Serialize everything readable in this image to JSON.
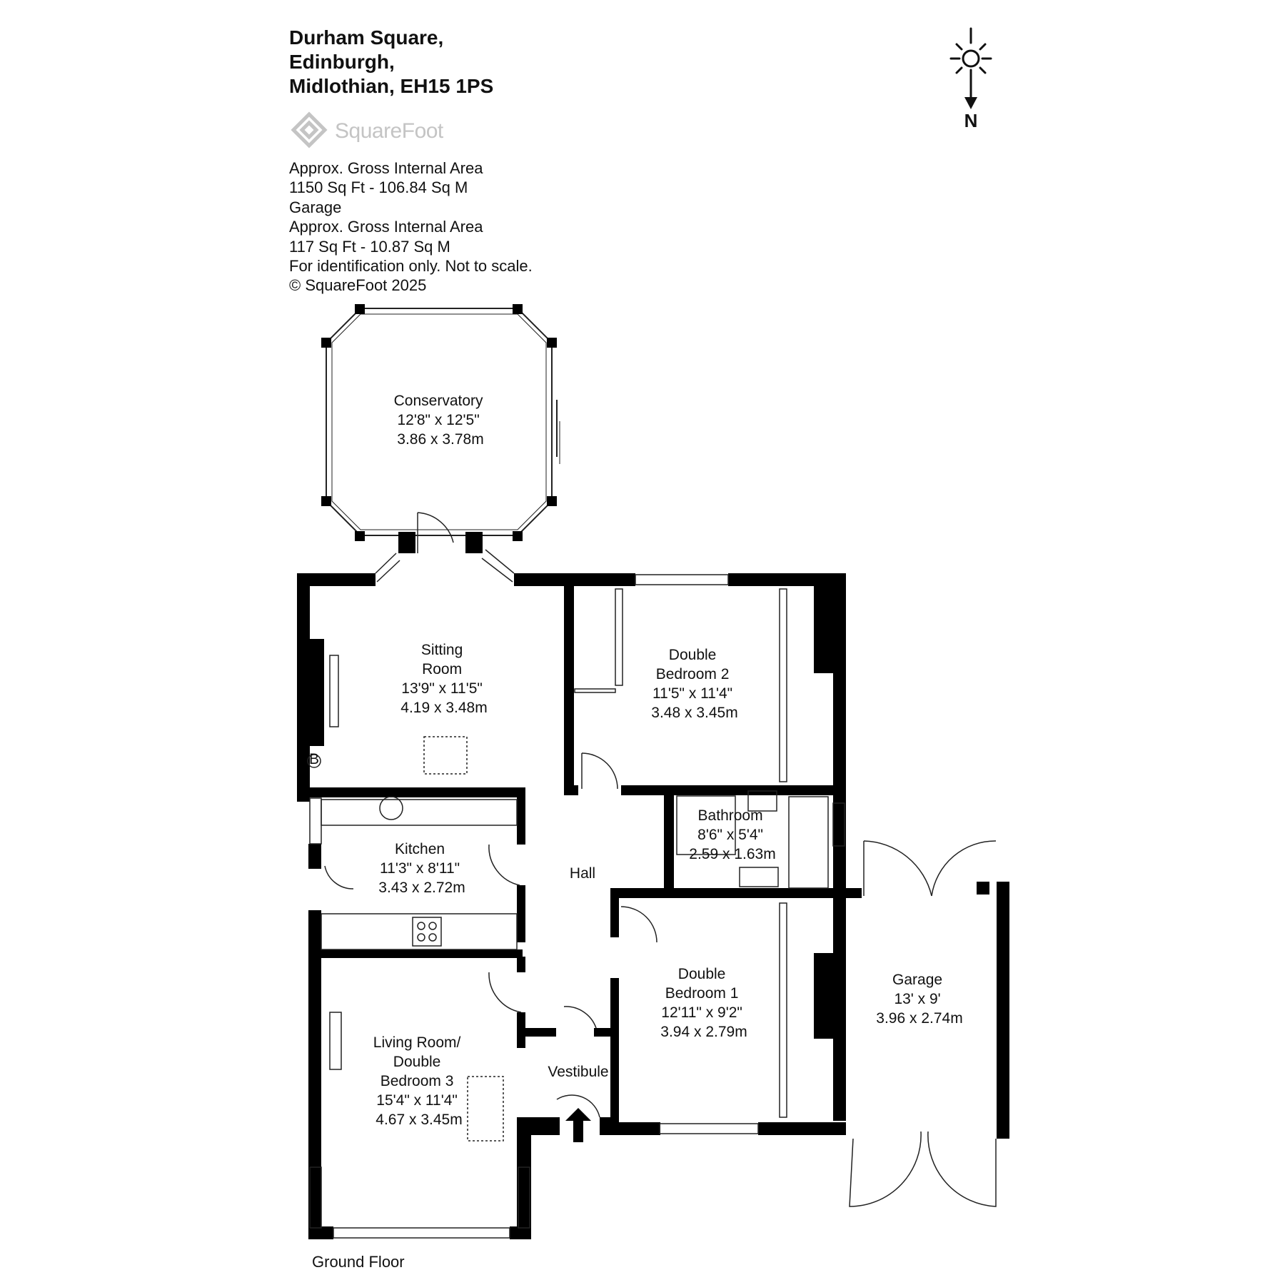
{
  "address": [
    "Durham Square,",
    "Edinburgh,",
    "Midlothian, EH15 1PS"
  ],
  "logo": {
    "text": "SquareFoot",
    "icon": "squarefoot-logo-icon"
  },
  "area_info": [
    "Approx. Gross Internal Area",
    "1150 Sq Ft  -  106.84 Sq M",
    "Garage",
    "Approx. Gross Internal Area",
    "117 Sq Ft  -  10.87 Sq M",
    "For identification only. Not to scale.",
    "© SquareFoot 2025"
  ],
  "compass": {
    "label": "N",
    "icon": "sun-compass-icon"
  },
  "floor_label": "Ground Floor",
  "rooms": {
    "conservatory": [
      "Conservatory",
      "12'8\" x 12'5\"",
      "3.86 x 3.78m"
    ],
    "sitting_room": [
      "Sitting",
      "Room",
      "13'9\" x 11'5\"",
      "4.19 x 3.48m"
    ],
    "double_bedroom_2": [
      "Double",
      "Bedroom 2",
      "11'5\" x 11'4\"",
      "3.48 x 3.45m"
    ],
    "bathroom": [
      "Bathroom",
      "8'6\" x 5'4\"",
      "2.59 x 1.63m"
    ],
    "kitchen": [
      "Kitchen",
      "11'3\" x 8'11\"",
      "3.43 x 2.72m"
    ],
    "hall": [
      "Hall"
    ],
    "double_bedroom_1": [
      "Double",
      "Bedroom 1",
      "12'11\" x 9'2\"",
      "3.94 x 2.79m"
    ],
    "garage": [
      "Garage",
      "13' x 9'",
      "3.96 x 2.74m"
    ],
    "living_room": [
      "Living Room/",
      "Double",
      "Bedroom 3",
      "15'4\" x 11'4\"",
      "4.67 x 3.45m"
    ],
    "vestibule": [
      "Vestibule"
    ]
  },
  "colors": {
    "wall": "#000000",
    "line": "#222222",
    "logo": "#c4c4c4"
  },
  "boiler_label": "B"
}
